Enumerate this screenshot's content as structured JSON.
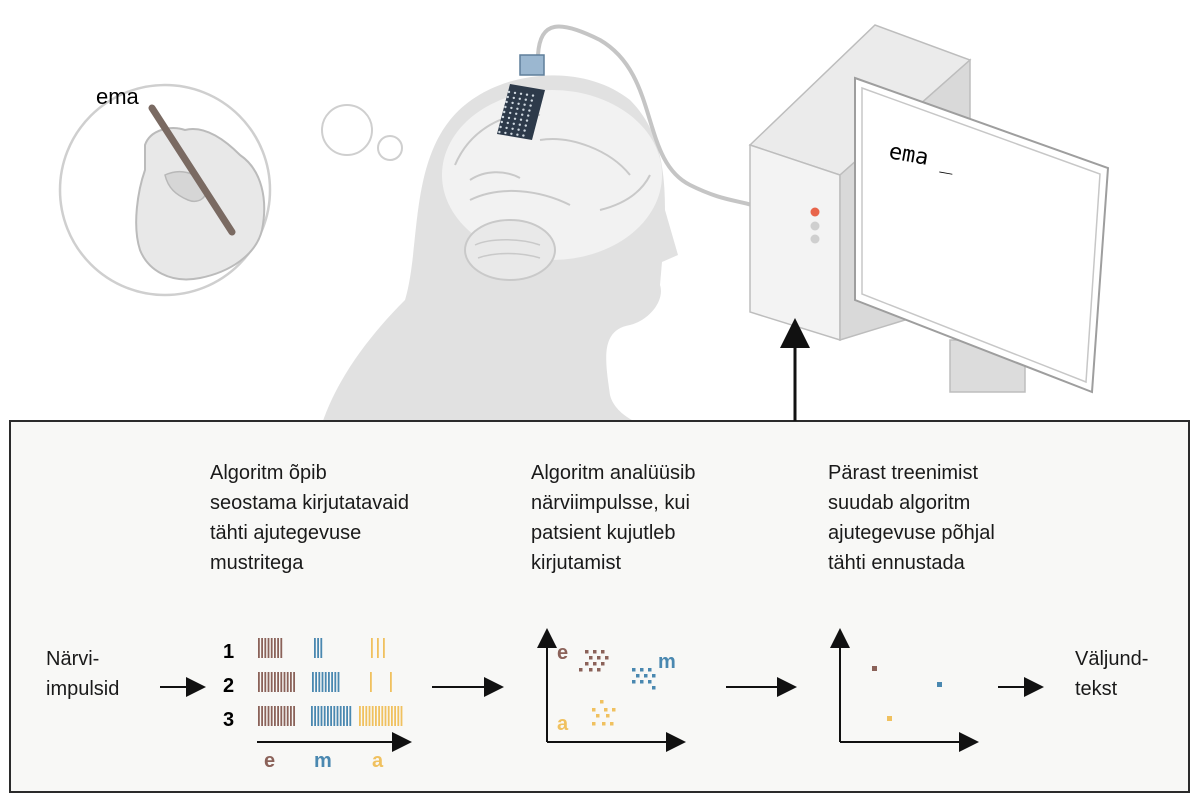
{
  "thought": {
    "handwriting": "ema"
  },
  "screen": {
    "text": "ema _"
  },
  "stages": [
    {
      "text": "Algoritm õpib\nseostama kirjutatavaid\ntähti ajutegevuse\nmustritega"
    },
    {
      "text": "Algoritm analüüsib\nnärviimpulsse, kui\npatsient kujutleb\nkirjutamist"
    },
    {
      "text": "Pärast treenimist\nsuudab algoritm\najutegevuse põhjal\ntähti ennustada"
    }
  ],
  "input_label": "Närvi-\nimpulsid",
  "output_label": "Väljund-\ntekst",
  "training": {
    "trials": [
      "1",
      "2",
      "3"
    ],
    "letters": [
      "e",
      "m",
      "a"
    ]
  },
  "clusters": {
    "letters": [
      "e",
      "m",
      "a"
    ]
  },
  "colors": {
    "e": "#8b6259",
    "m": "#4a88b0",
    "a": "#f0c15f",
    "panel_bg": "#f8f8f6",
    "silhouette": "#e2e2e2"
  }
}
